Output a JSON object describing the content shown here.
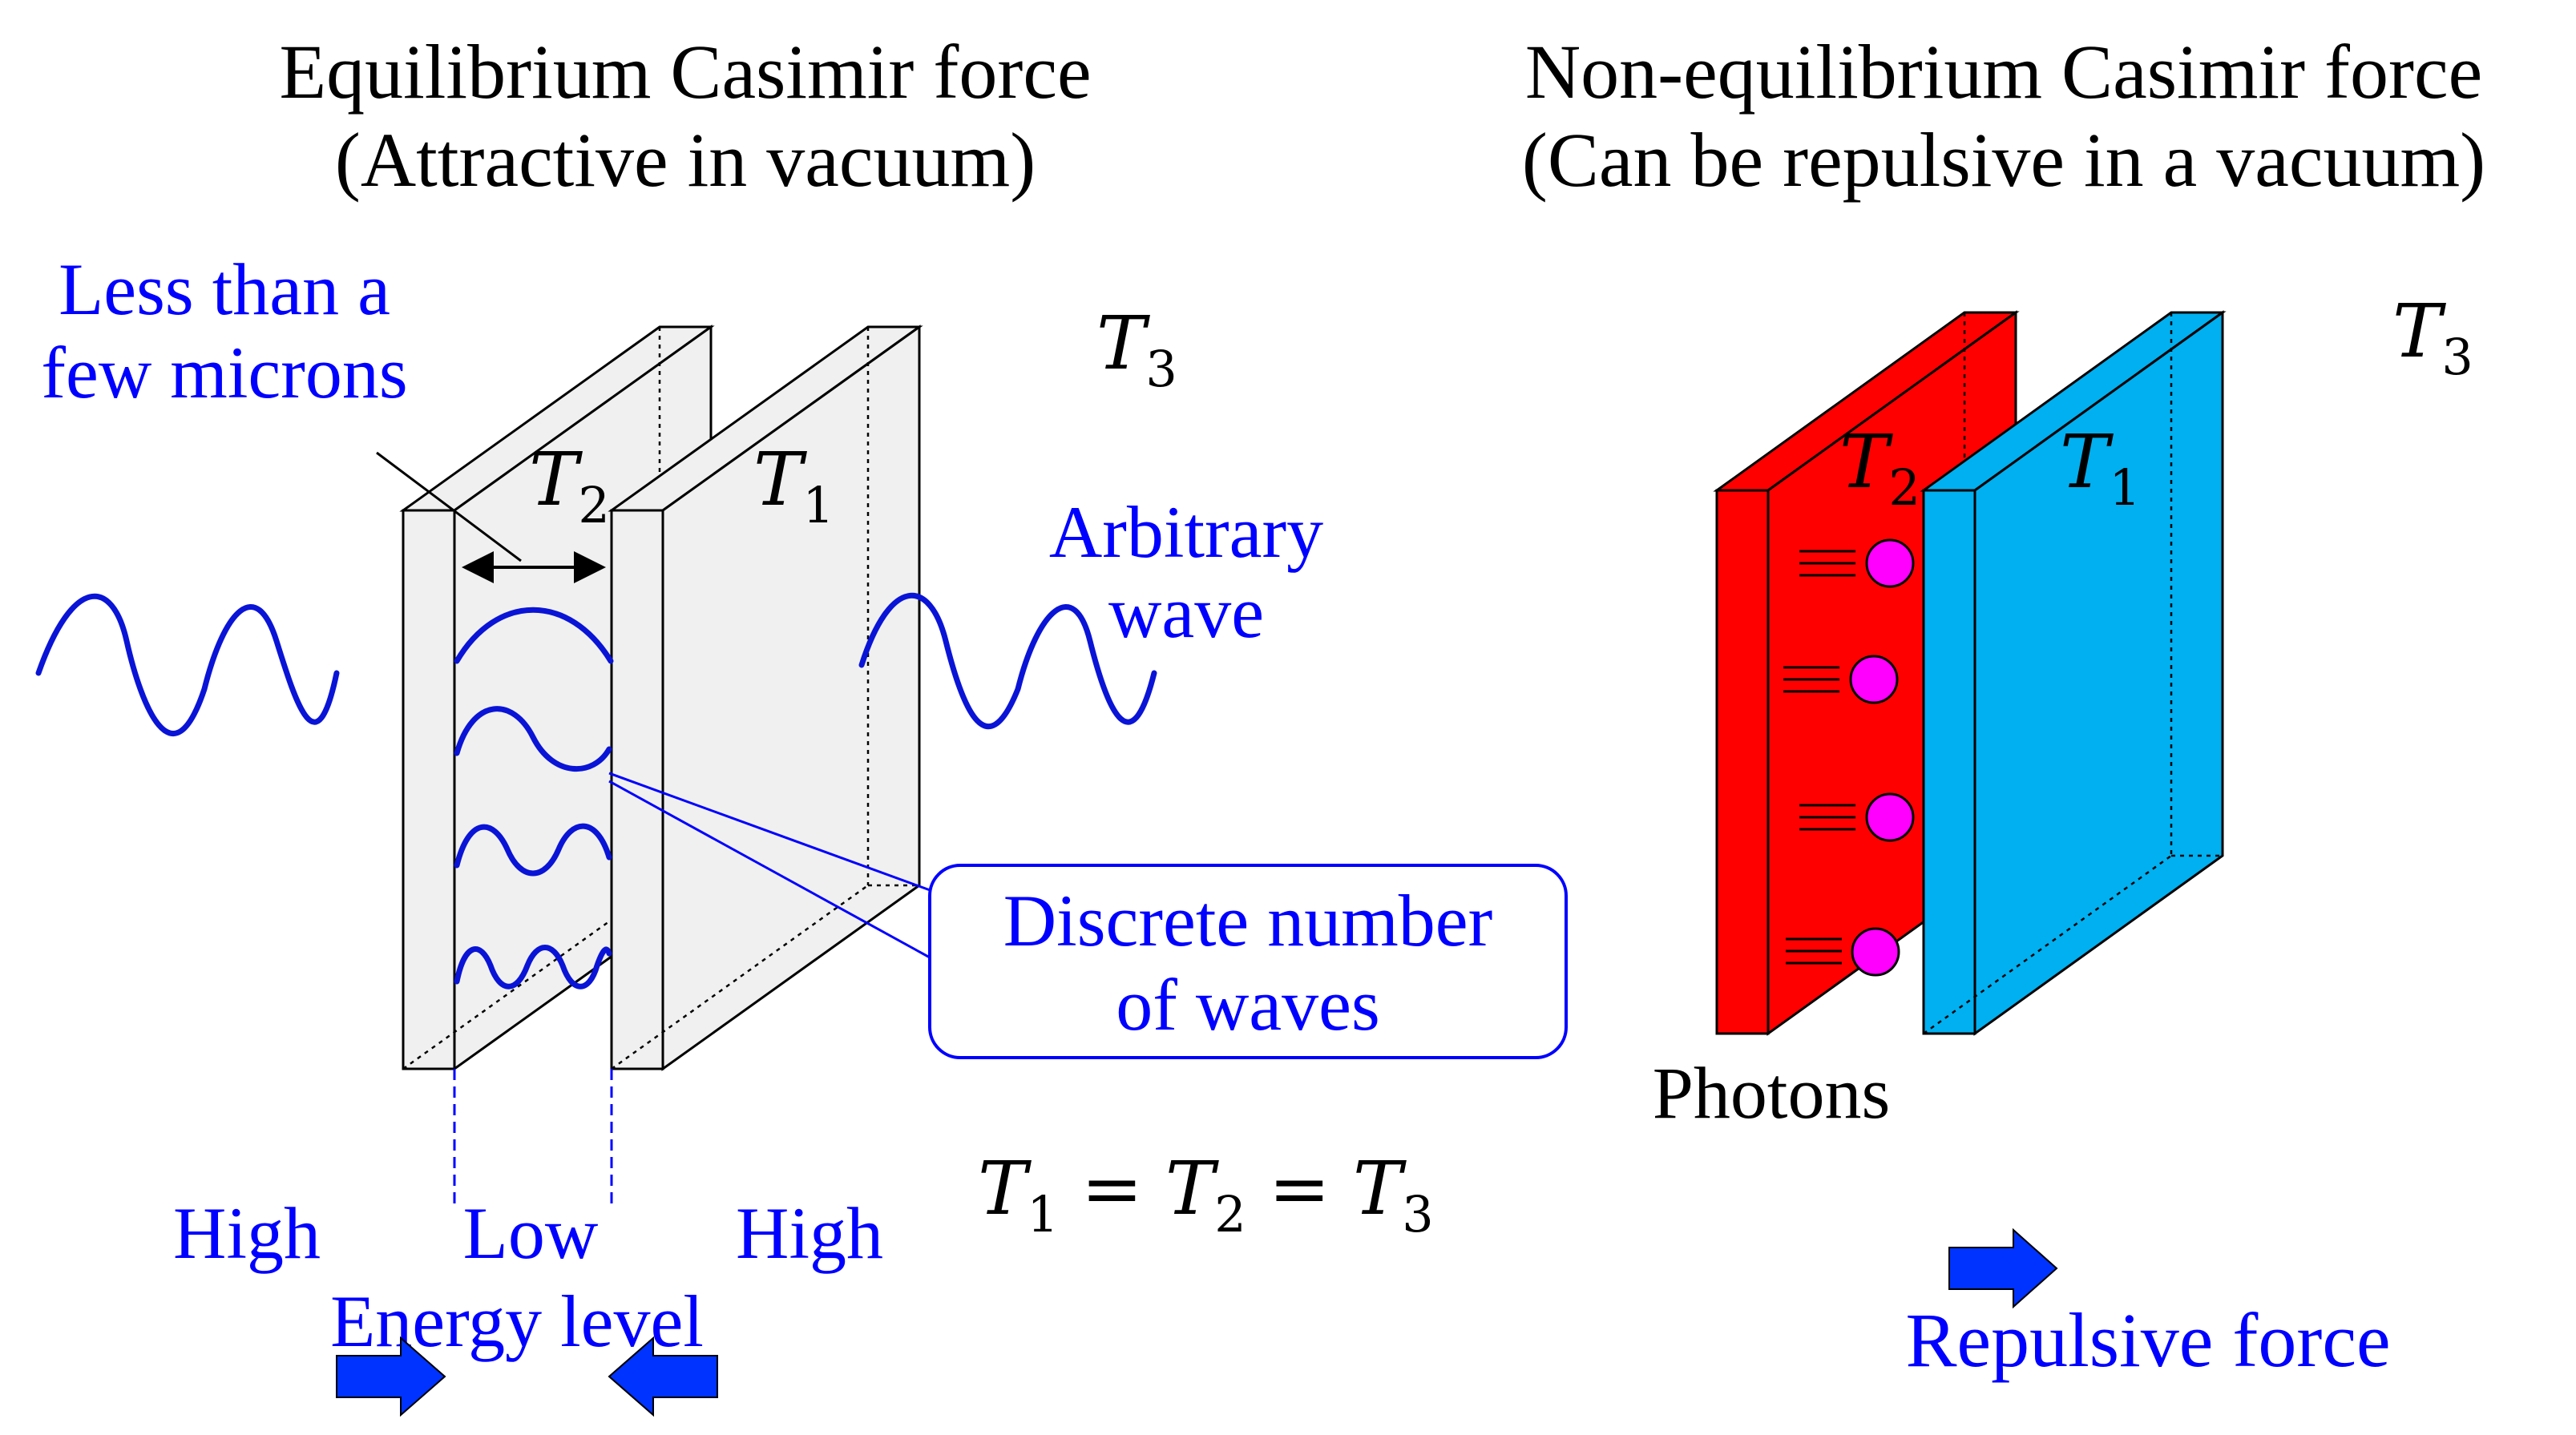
{
  "colors": {
    "blue_text": "#0000ff",
    "wave": "#0a14d6",
    "plate_gray": "#f0f0f0",
    "plate_red": "#ff0000",
    "plate_cyan": "#00b0f0",
    "photon": "#ff00ff",
    "arrow_fill": "#0033ff",
    "black": "#000000"
  },
  "left": {
    "title_line1": "Equilibrium Casimir force",
    "title_line2": "(Attractive in vacuum)",
    "gap_label_line1": "Less than a",
    "gap_label_line2": "few microns",
    "t3_var": "T",
    "t3_sub": "3",
    "t2_var": "T",
    "t2_sub": "2",
    "t1_var": "T",
    "t1_sub": "1",
    "arb_line1": "Arbitrary",
    "arb_line2": "wave",
    "callout_line1": "Discrete number",
    "callout_line2": "of waves",
    "equation": {
      "t1_var": "T",
      "t1_sub": "1",
      "eq1": "=",
      "t2_var": "T",
      "t2_sub": "2",
      "eq2": "=",
      "t3_var": "T",
      "t3_sub": "3"
    },
    "energy_high_left": "High",
    "energy_low": "Low",
    "energy_high_right": "High",
    "energy_level": "Energy level"
  },
  "right": {
    "title_line1": "Non-equilibrium Casimir force",
    "title_line2": "(Can be repulsive in a vacuum)",
    "t3_var": "T",
    "t3_sub": "3",
    "t2_var": "T",
    "t2_sub": "2",
    "t1_var": "T",
    "t1_sub": "1",
    "photons_label": "Photons",
    "force_label": "Repulsive force"
  },
  "icons": {
    "left_arrow_a": "arrow-right-icon",
    "left_arrow_b": "arrow-left-icon",
    "right_arrow": "arrow-right-icon",
    "gap_arrow": "double-arrow-icon"
  }
}
